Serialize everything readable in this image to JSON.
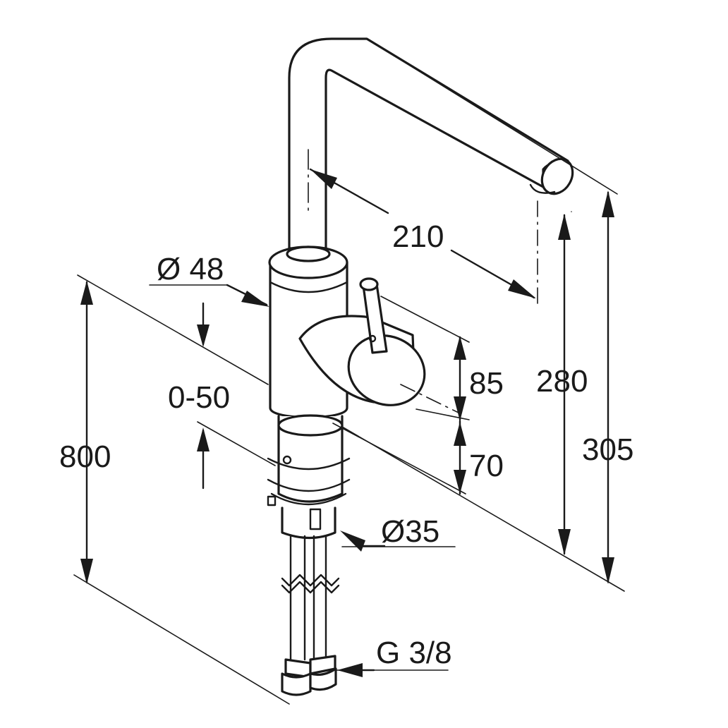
{
  "labels": {
    "dia_body": "Ø 48",
    "reach": "210",
    "handle_height": "85",
    "adjust_range": "0-50",
    "worktop_height": "800",
    "height_280": "280",
    "height_305": "305",
    "base_height": "70",
    "dia_shank": "Ø35",
    "connection": "G 3/8"
  }
}
